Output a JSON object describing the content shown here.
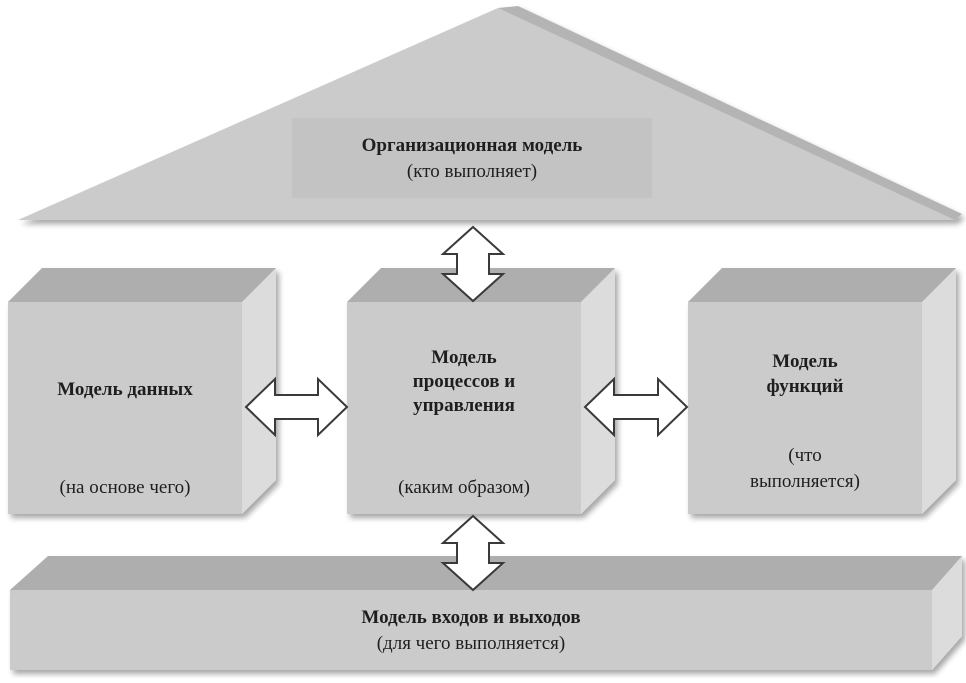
{
  "roof": {
    "title": "Организационная модель",
    "subtitle": "(кто выполняет)"
  },
  "blocks": {
    "data_model": {
      "title": "Модель данных",
      "subtitle": "(на основе чего)"
    },
    "process_model": {
      "title_line1": "Модель",
      "title_line2": "процессов и",
      "title_line3": "управления",
      "subtitle": "(каким образом)"
    },
    "function_model": {
      "title_line1": "Модель",
      "title_line2": "функций",
      "subtitle_line1": "(что",
      "subtitle_line2": "выполняется)"
    }
  },
  "base": {
    "title": "Модель входов и выходов",
    "subtitle": "(для чего выполняется)"
  },
  "colors": {
    "front": "#cbcbcb",
    "top": "#aeaeae",
    "side": "#dcdcdc",
    "arrow_fill": "#ffffff",
    "arrow_stroke": "#3a3a3a",
    "text": "#1e1e1e"
  }
}
